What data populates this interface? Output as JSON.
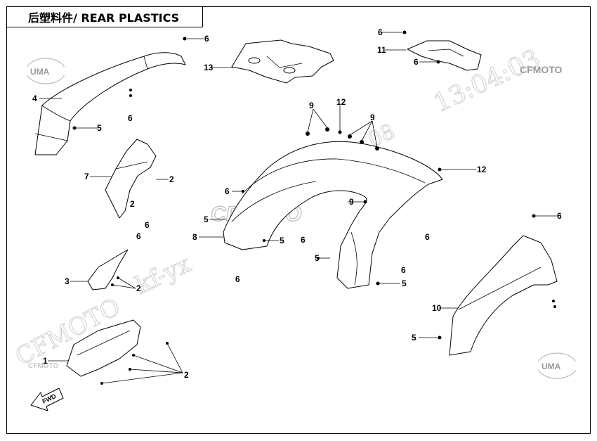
{
  "title": "后塑料件/ REAR PLASTICS",
  "watermarks": {
    "brand_right": "CFMOTO",
    "brand_center": "CFMOTO",
    "brand_lower_left": "CFMOTO",
    "time": "13:04:03",
    "date_fragment": "08",
    "user": "kf-yx",
    "logo_upper": "UMA",
    "logo_lower": "UMA",
    "cfmoto_small": "CFMOTO"
  },
  "fwd_label": "FWD",
  "callouts": {
    "c1": "1",
    "c2a": "2",
    "c2b": "2",
    "c2c": "2",
    "c2d": "2",
    "c3": "3",
    "c4": "4",
    "c5a": "5",
    "c5b": "5",
    "c5c": "5",
    "c5d": "5",
    "c5e": "5",
    "c5f": "5",
    "c6a": "6",
    "c6b": "6",
    "c6c": "6",
    "c6d": "6",
    "c6e": "6",
    "c6f": "6",
    "c6g": "6",
    "c6h": "6",
    "c6i": "6",
    "c6j": "6",
    "c6k": "6",
    "c6l": "6",
    "c7": "7",
    "c8": "8",
    "c9a": "9",
    "c9b": "9",
    "c9c": "9",
    "c10": "10",
    "c11": "11",
    "c12a": "12",
    "c12b": "12",
    "c13": "13"
  },
  "colors": {
    "line": "#000000",
    "watermark": "#cfcfcf",
    "background": "#ffffff"
  }
}
